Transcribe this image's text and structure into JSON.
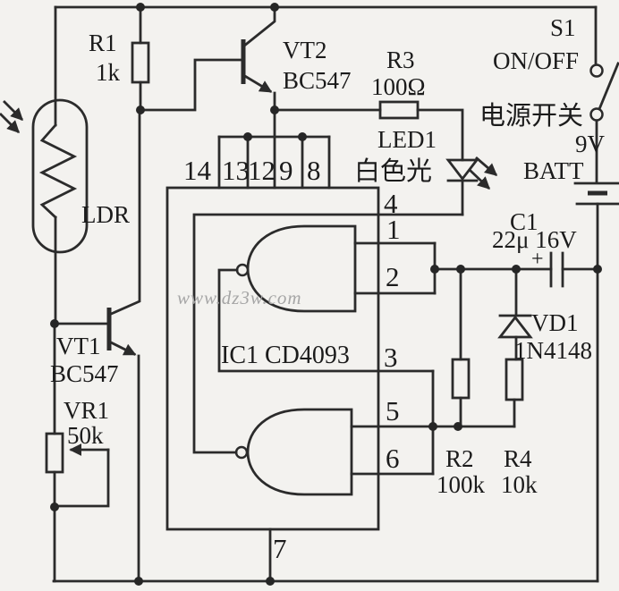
{
  "schematic": {
    "components": {
      "r1": {
        "ref": "R1",
        "value": "1k"
      },
      "r2": {
        "ref": "R2",
        "value": "100k"
      },
      "r3": {
        "ref": "R3",
        "value": "100Ω"
      },
      "r4": {
        "ref": "R4",
        "value": "10k"
      },
      "vr1": {
        "ref": "VR1",
        "value": "50k"
      },
      "vt1": {
        "ref": "VT1",
        "value": "BC547"
      },
      "vt2": {
        "ref": "VT2",
        "value": "BC547"
      },
      "ldr": {
        "ref": "LDR"
      },
      "led1": {
        "ref": "LED1",
        "value": "白色光"
      },
      "ic1": {
        "ref": "IC1 CD4093"
      },
      "c1": {
        "ref": "C1",
        "value": "22μ 16V",
        "polarity": "+"
      },
      "vd1": {
        "ref": "VD1",
        "value": "1N4148"
      },
      "s1": {
        "ref": "S1",
        "value": "ON/OFF",
        "caption": "电源开关"
      },
      "battery": {
        "voltage": "9V",
        "ref": "BATT"
      }
    },
    "ic_pins": {
      "p1": "1",
      "p2": "2",
      "p3": "3",
      "p4": "4",
      "p5": "5",
      "p6": "6",
      "p7": "7",
      "p8": "8",
      "p9": "9",
      "p12": "12",
      "p13": "13",
      "p14": "14"
    },
    "watermark": "www.dz3w.com",
    "colors": {
      "background": "#f3f2ef",
      "line": "#2b2b2b",
      "text": "#1b1b1b",
      "watermark": "#a6a6a6"
    }
  }
}
